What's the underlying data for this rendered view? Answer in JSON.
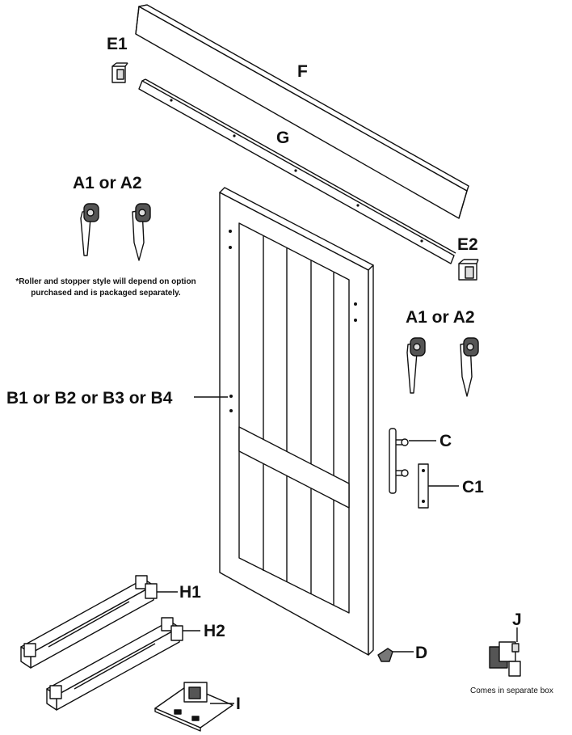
{
  "labels": {
    "e1": "E1",
    "f": "F",
    "g": "G",
    "a_left": "A1 or A2",
    "e2": "E2",
    "a_right": "A1 or A2",
    "b": "B1 or B2 or B3 or B4",
    "c": "C",
    "c1": "C1",
    "h1": "H1",
    "h2": "H2",
    "d": "D",
    "i": "I",
    "j": "J"
  },
  "notes": {
    "roller_line1": "*Roller and stopper style will depend on option",
    "roller_line2": "purchased and is packaged separately.",
    "separate_box": "Comes in separate box"
  },
  "colors": {
    "line": "#111111",
    "fill": "#ffffff",
    "shade": "#d9d9d9",
    "dark": "#333333"
  }
}
